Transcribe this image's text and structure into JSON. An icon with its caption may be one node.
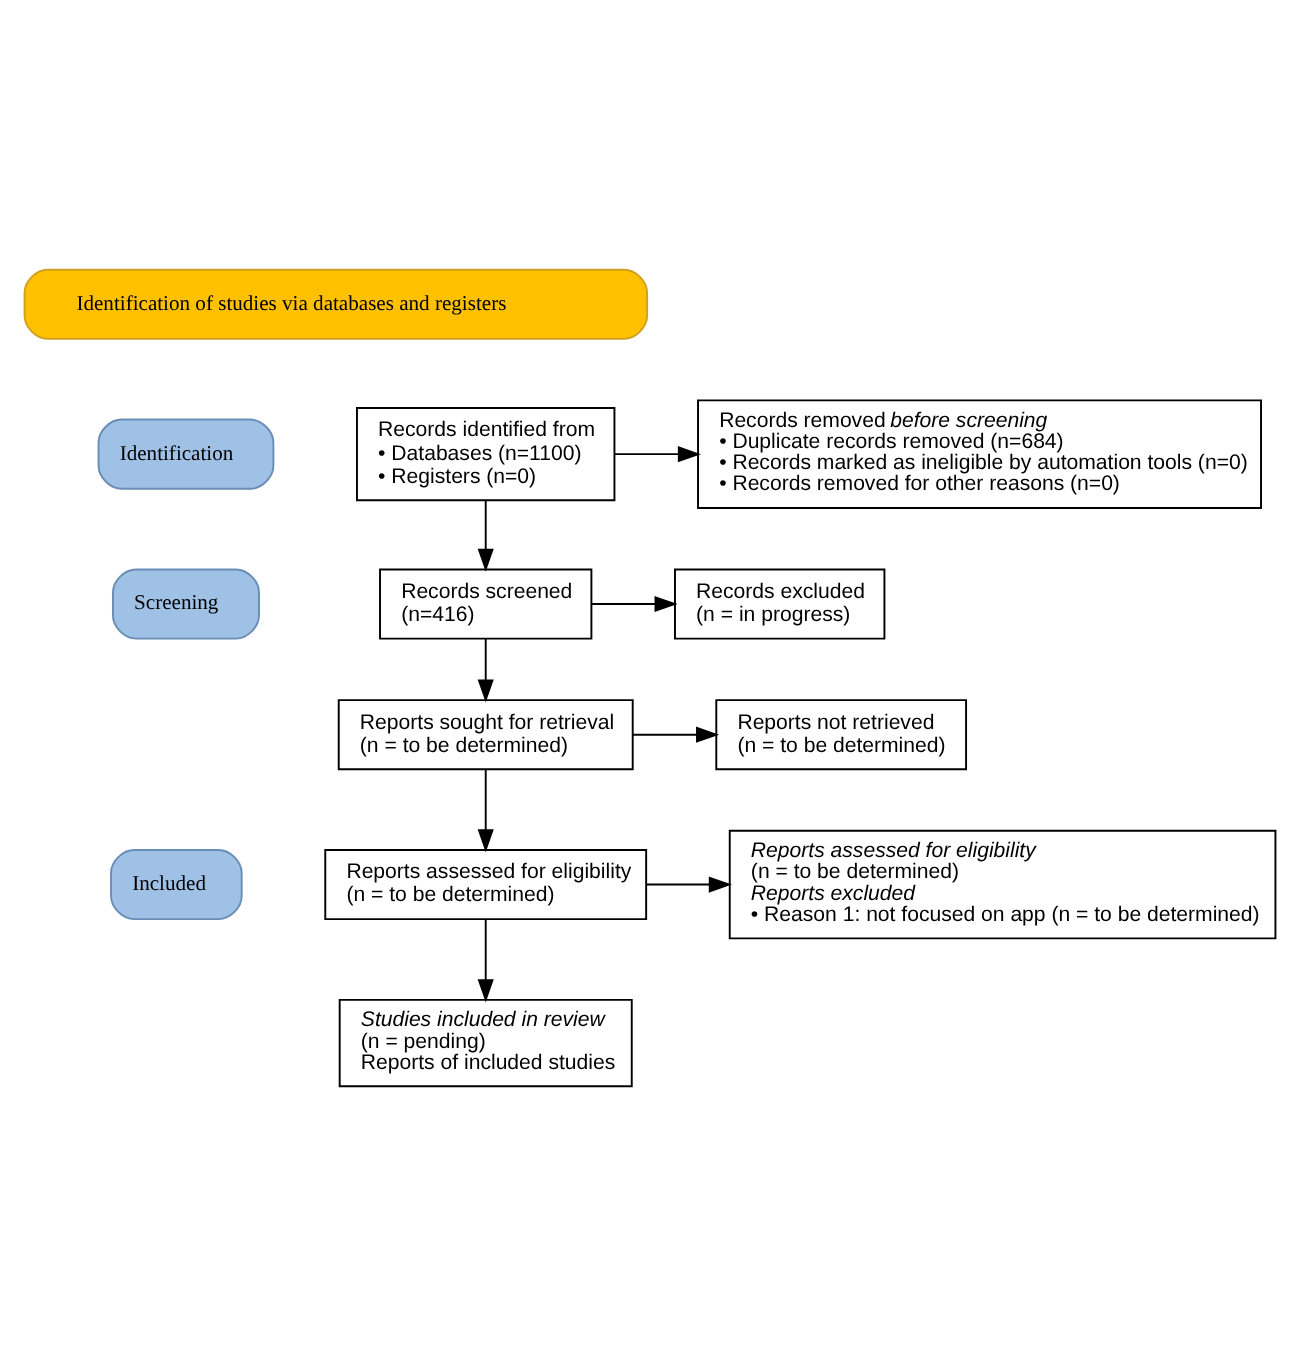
{
  "diagram": {
    "nodes": [
      {
        "text": [
          "Identification of studies via databases and registers"
        ]
      },
      {
        "text": [
          "Identification"
        ]
      },
      {
        "text": [
          "Screening"
        ]
      },
      {
        "text": [
          "Included"
        ]
      },
      {
        "text": [
          "Records identified from",
          "• Databases (n=1100)",
          "• Registers (n=0)"
        ]
      },
      {
        "text": [
          "Records removed *before screening*",
          "• Duplicate records removed (n=684)",
          "• Records marked as ineligible by automation tools (n=0)",
          "• Records removed for other reasons (n=0)"
        ]
      },
      {
        "text": [
          "Records screened",
          "(n=416)"
        ]
      },
      {
        "text": [
          "Records excluded",
          "(n = in progress)"
        ]
      },
      {
        "text": [
          "Reports sought for retrieval",
          "(n = to be determined)"
        ]
      },
      {
        "text": [
          "Reports not retrieved",
          "(n = to be determined)"
        ]
      },
      {
        "text": [
          "Reports assessed for eligibility",
          "(n = to be determined)"
        ]
      },
      {
        "text": [
          "*Reports assessed for eligibility*",
          "(n = to be determined)",
          "*Reports excluded*",
          "• Reason 1: not focused on app (n = to be determined)"
        ]
      },
      {
        "text": [
          "*Studies included in review*",
          "(n = pending)",
          "Reports of included studies"
        ]
      }
    ],
    "edges": [
      {
        "from": 4,
        "to": 6,
        "arrow": "to"
      },
      {
        "from": 4,
        "to": 5,
        "arrow": "to"
      },
      {
        "from": 6,
        "to": 8,
        "arrow": "to"
      },
      {
        "from": 6,
        "to": 7,
        "arrow": "to"
      },
      {
        "from": 8,
        "to": 10,
        "arrow": "to"
      },
      {
        "from": 8,
        "to": 9,
        "arrow": "to"
      },
      {
        "from": 10,
        "to": 12,
        "arrow": "to"
      },
      {
        "from": 10,
        "to": 11,
        "arrow": "to"
      }
    ]
  }
}
